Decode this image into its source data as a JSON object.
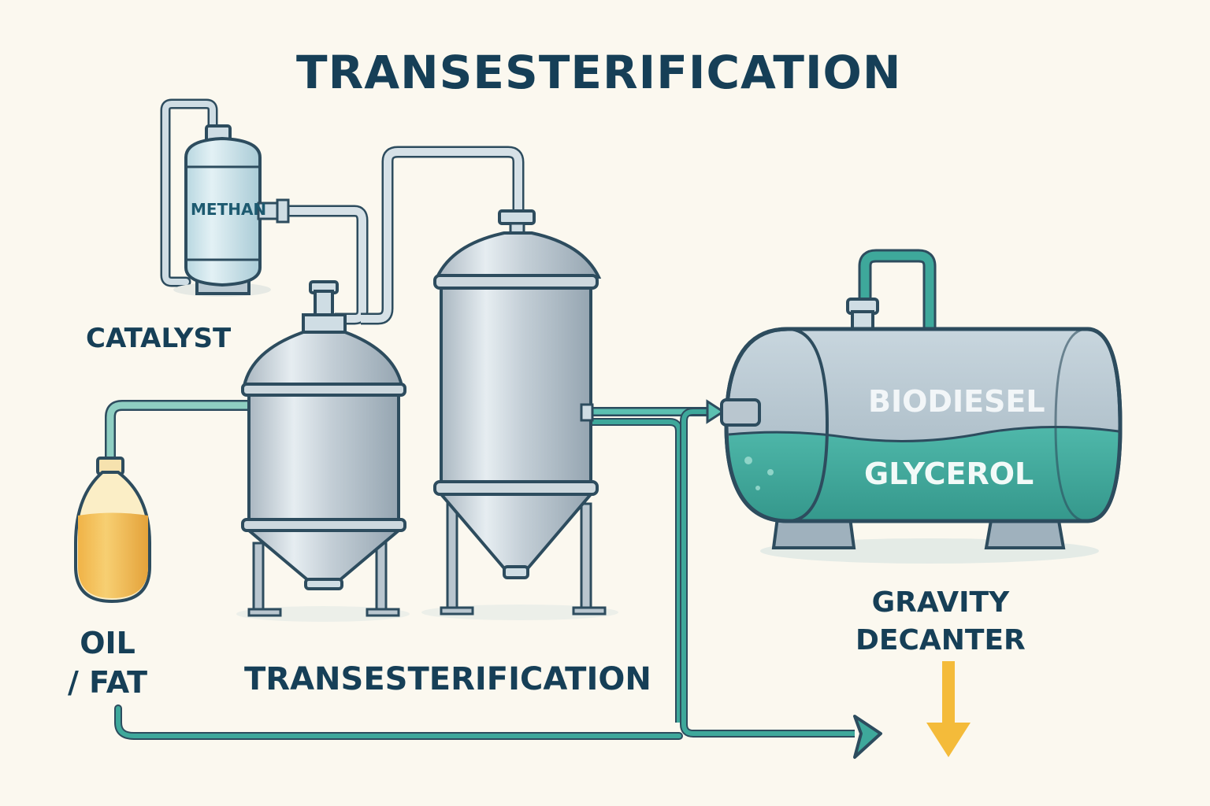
{
  "title": "TRANSESTERIFICATION",
  "labels": {
    "methanol_tank": "METHAN",
    "catalyst": "CATALYST",
    "oil_line1": "OIL",
    "oil_line2": "/ FAT",
    "reactor": "TRANSESTERIFICATION",
    "decanter_line1": "GRAVITY",
    "decanter_line2": "DECANTER",
    "biodiesel": "BIODIESEL",
    "glycerol": "GLYCEROL"
  },
  "colors": {
    "background": "#fbf8ef",
    "text": "#163f57",
    "steel": "#b9c6cf",
    "steel_dark": "#2d4c5e",
    "teal": "#3ea89b",
    "pipe_teal": "#2d9c8f",
    "oil": "#f2b84b",
    "methanol_tank": "#cfe6ec",
    "arrow_yellow": "#f4bb3a"
  }
}
